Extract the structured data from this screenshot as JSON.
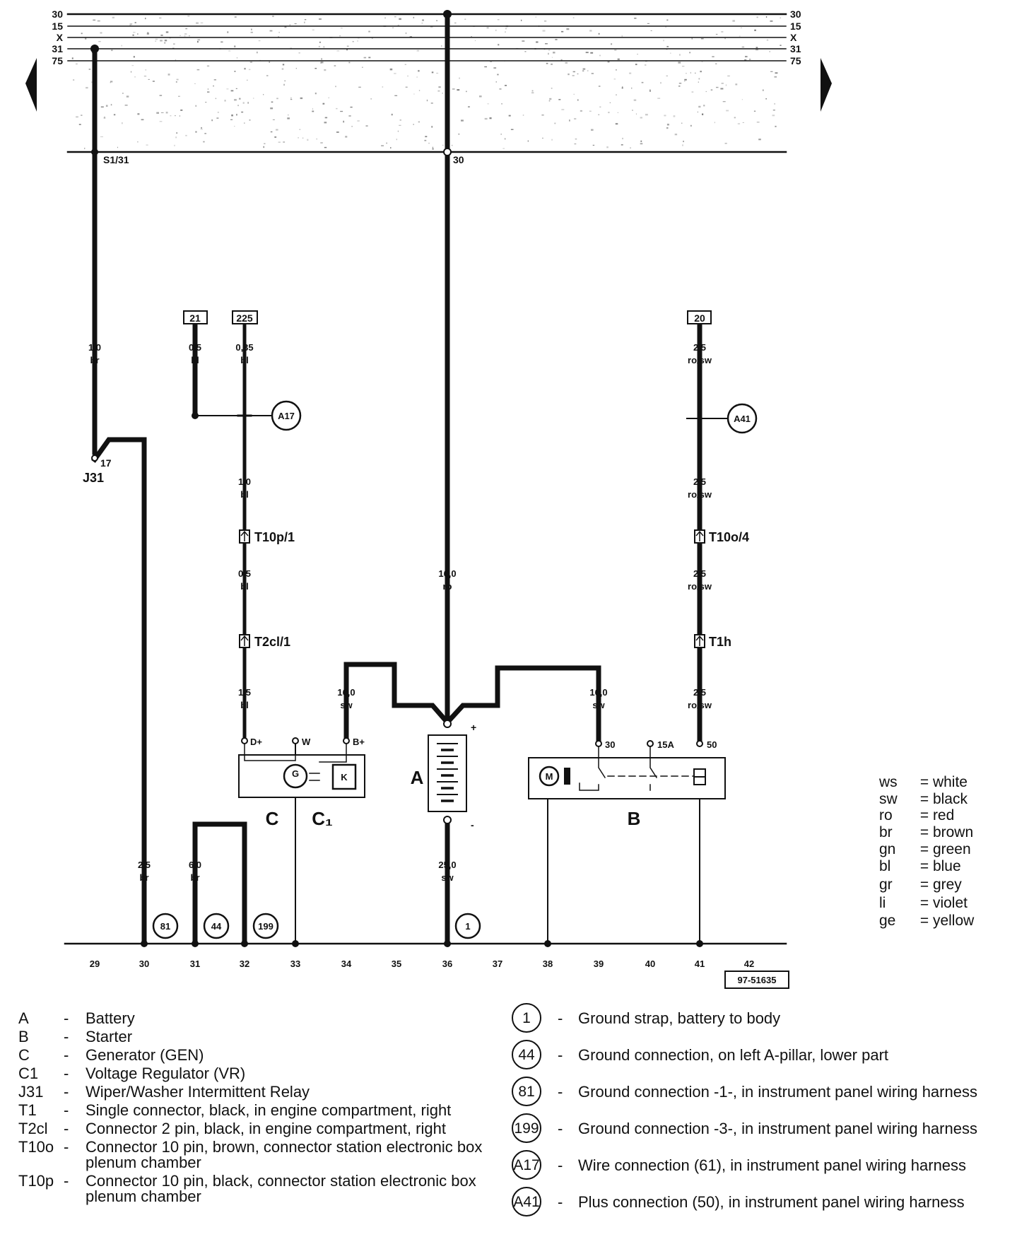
{
  "rails": {
    "left": [
      "30",
      "15",
      "X",
      "31",
      "75"
    ],
    "right": [
      "30",
      "15",
      "X",
      "31",
      "75"
    ]
  },
  "terminals": {
    "s1_31": "S1/31",
    "t30": "30"
  },
  "fuse_refs": {
    "r21": "21",
    "r225": "225",
    "r20": "20"
  },
  "wire_specs": {
    "w1": {
      "size": "1,0",
      "color": "br"
    },
    "w2": {
      "size": "0,5",
      "color": "bl"
    },
    "w3": {
      "size": "0,35",
      "color": "bl"
    },
    "w4": {
      "size": "2,5",
      "color": "ro/sw"
    },
    "w5": {
      "size": "1,0",
      "color": "bl"
    },
    "w6": {
      "size": "2,5",
      "color": "ro/sw"
    },
    "w7": {
      "size": "0,5",
      "color": "bl"
    },
    "w8": {
      "size": "16,0",
      "color": "ro"
    },
    "w9": {
      "size": "2,5",
      "color": "ro/sw"
    },
    "w10": {
      "size": "1,5",
      "color": "bl"
    },
    "w11": {
      "size": "16,0",
      "color": "sw"
    },
    "w12": {
      "size": "16,0",
      "color": "sw"
    },
    "w13": {
      "size": "2,5",
      "color": "ro/sw"
    },
    "w14": {
      "size": "2,5",
      "color": "br"
    },
    "w15": {
      "size": "6,0",
      "color": "br"
    },
    "w16": {
      "size": "25,0",
      "color": "sw"
    }
  },
  "connectors": {
    "t10p1": "T10p/1",
    "t10o4": "T10o/4",
    "t2cl1": "T2cl/1",
    "t1h": "T1h"
  },
  "connection_circles": {
    "a17": "A17",
    "a41": "A41",
    "g81": "81",
    "g44": "44",
    "g199": "199",
    "g1": "1"
  },
  "relay": {
    "name": "J31",
    "pin": "17"
  },
  "generator_pins": {
    "dplus": "D+",
    "w": "W",
    "bplus": "B+"
  },
  "starter_pins": {
    "p30": "30",
    "p15a": "15A",
    "p50": "50"
  },
  "battery_signs": {
    "plus": "+",
    "minus": "-"
  },
  "component_letters": {
    "a": "A",
    "b": "B",
    "c": "C",
    "c1": "C₁"
  },
  "generator_symbols": {
    "g": "G",
    "k": "K"
  },
  "starter_motor_symbol": "M",
  "ground_numbers": [
    "29",
    "30",
    "31",
    "32",
    "33",
    "34",
    "35",
    "36",
    "37",
    "38",
    "39",
    "40",
    "41",
    "42"
  ],
  "drawing_number": "97-51635",
  "color_key": [
    {
      "code": "ws",
      "name": "white"
    },
    {
      "code": "sw",
      "name": "black"
    },
    {
      "code": "ro",
      "name": "red"
    },
    {
      "code": "br",
      "name": "brown"
    },
    {
      "code": "gn",
      "name": "green"
    },
    {
      "code": "bl",
      "name": "blue"
    },
    {
      "code": "gr",
      "name": "grey"
    },
    {
      "code": "li",
      "name": "violet"
    },
    {
      "code": "ge",
      "name": "yellow"
    }
  ],
  "legend_left": [
    {
      "code": "A",
      "desc": [
        "Battery"
      ]
    },
    {
      "code": "B",
      "desc": [
        "Starter"
      ]
    },
    {
      "code": "C",
      "desc": [
        "Generator (GEN)"
      ]
    },
    {
      "code": "C1",
      "desc": [
        "Voltage Regulator (VR)"
      ]
    },
    {
      "code": "J31",
      "desc": [
        "Wiper/Washer Intermittent Relay"
      ]
    },
    {
      "code": "T1",
      "desc": [
        "Single connector, black, in engine compartment, right"
      ]
    },
    {
      "code": "T2cl",
      "desc": [
        "Connector 2 pin, black, in engine compartment, right"
      ]
    },
    {
      "code": "T10o",
      "desc": [
        "Connector 10 pin, brown, connector station electronic box",
        "plenum chamber"
      ]
    },
    {
      "code": "T10p",
      "desc": [
        "Connector 10 pin, black, connector station electronic box",
        "plenum chamber"
      ]
    }
  ],
  "legend_right": [
    {
      "code": "1",
      "desc": "Ground strap, battery to body"
    },
    {
      "code": "44",
      "desc": "Ground connection, on left A-pillar, lower part"
    },
    {
      "code": "81",
      "desc": "Ground connection -1-, in instrument panel wiring harness"
    },
    {
      "code": "199",
      "desc": "Ground connection -3-, in instrument panel wiring harness"
    },
    {
      "code": "A17",
      "desc": "Wire connection (61), in instrument panel wiring harness"
    },
    {
      "code": "A41",
      "desc": "Plus connection (50), in instrument panel wiring harness"
    }
  ],
  "dash": "-",
  "colors": {
    "ink": "#111111",
    "paper": "#ffffff",
    "speckle": "#555555"
  }
}
